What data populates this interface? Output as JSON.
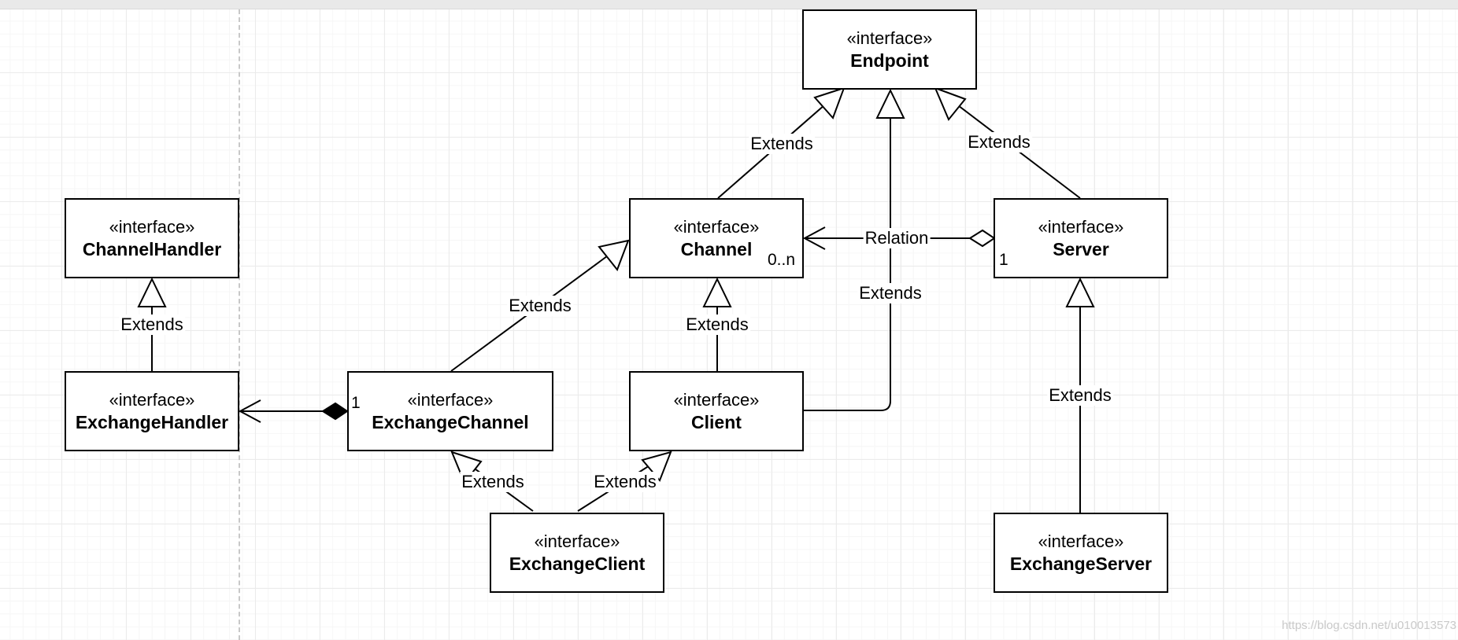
{
  "nodes": {
    "endpoint": {
      "stereotype": "«interface»",
      "name": "Endpoint"
    },
    "channel": {
      "stereotype": "«interface»",
      "name": "Channel"
    },
    "server": {
      "stereotype": "«interface»",
      "name": "Server"
    },
    "channel_handler": {
      "stereotype": "«interface»",
      "name": "ChannelHandler"
    },
    "exchange_handler": {
      "stereotype": "«interface»",
      "name": "ExchangeHandler"
    },
    "exchange_channel": {
      "stereotype": "«interface»",
      "name": "ExchangeChannel"
    },
    "client": {
      "stereotype": "«interface»",
      "name": "Client"
    },
    "exchange_client": {
      "stereotype": "«interface»",
      "name": "ExchangeClient"
    },
    "exchange_server": {
      "stereotype": "«interface»",
      "name": "ExchangeServer"
    }
  },
  "edges": {
    "channel_endpoint": {
      "label": "Extends"
    },
    "server_endpoint": {
      "label": "Extends"
    },
    "client_endpoint": {
      "label": "Extends"
    },
    "server_channel": {
      "label": "Relation"
    },
    "exchangechannel_channel": {
      "label": "Extends"
    },
    "client_channel": {
      "label": "Extends"
    },
    "exchangehandler_channelhandler": {
      "label": "Extends"
    },
    "exchangeclient_exchangechannel": {
      "label": "Extends"
    },
    "exchangeclient_client": {
      "label": "Extends"
    },
    "exchangeserver_server": {
      "label": "Extends"
    }
  },
  "multiplicities": {
    "channel_many": "0..n",
    "server_one": "1",
    "exchange_channel_one": "1"
  },
  "watermark": "https://blog.csdn.net/u010013573"
}
